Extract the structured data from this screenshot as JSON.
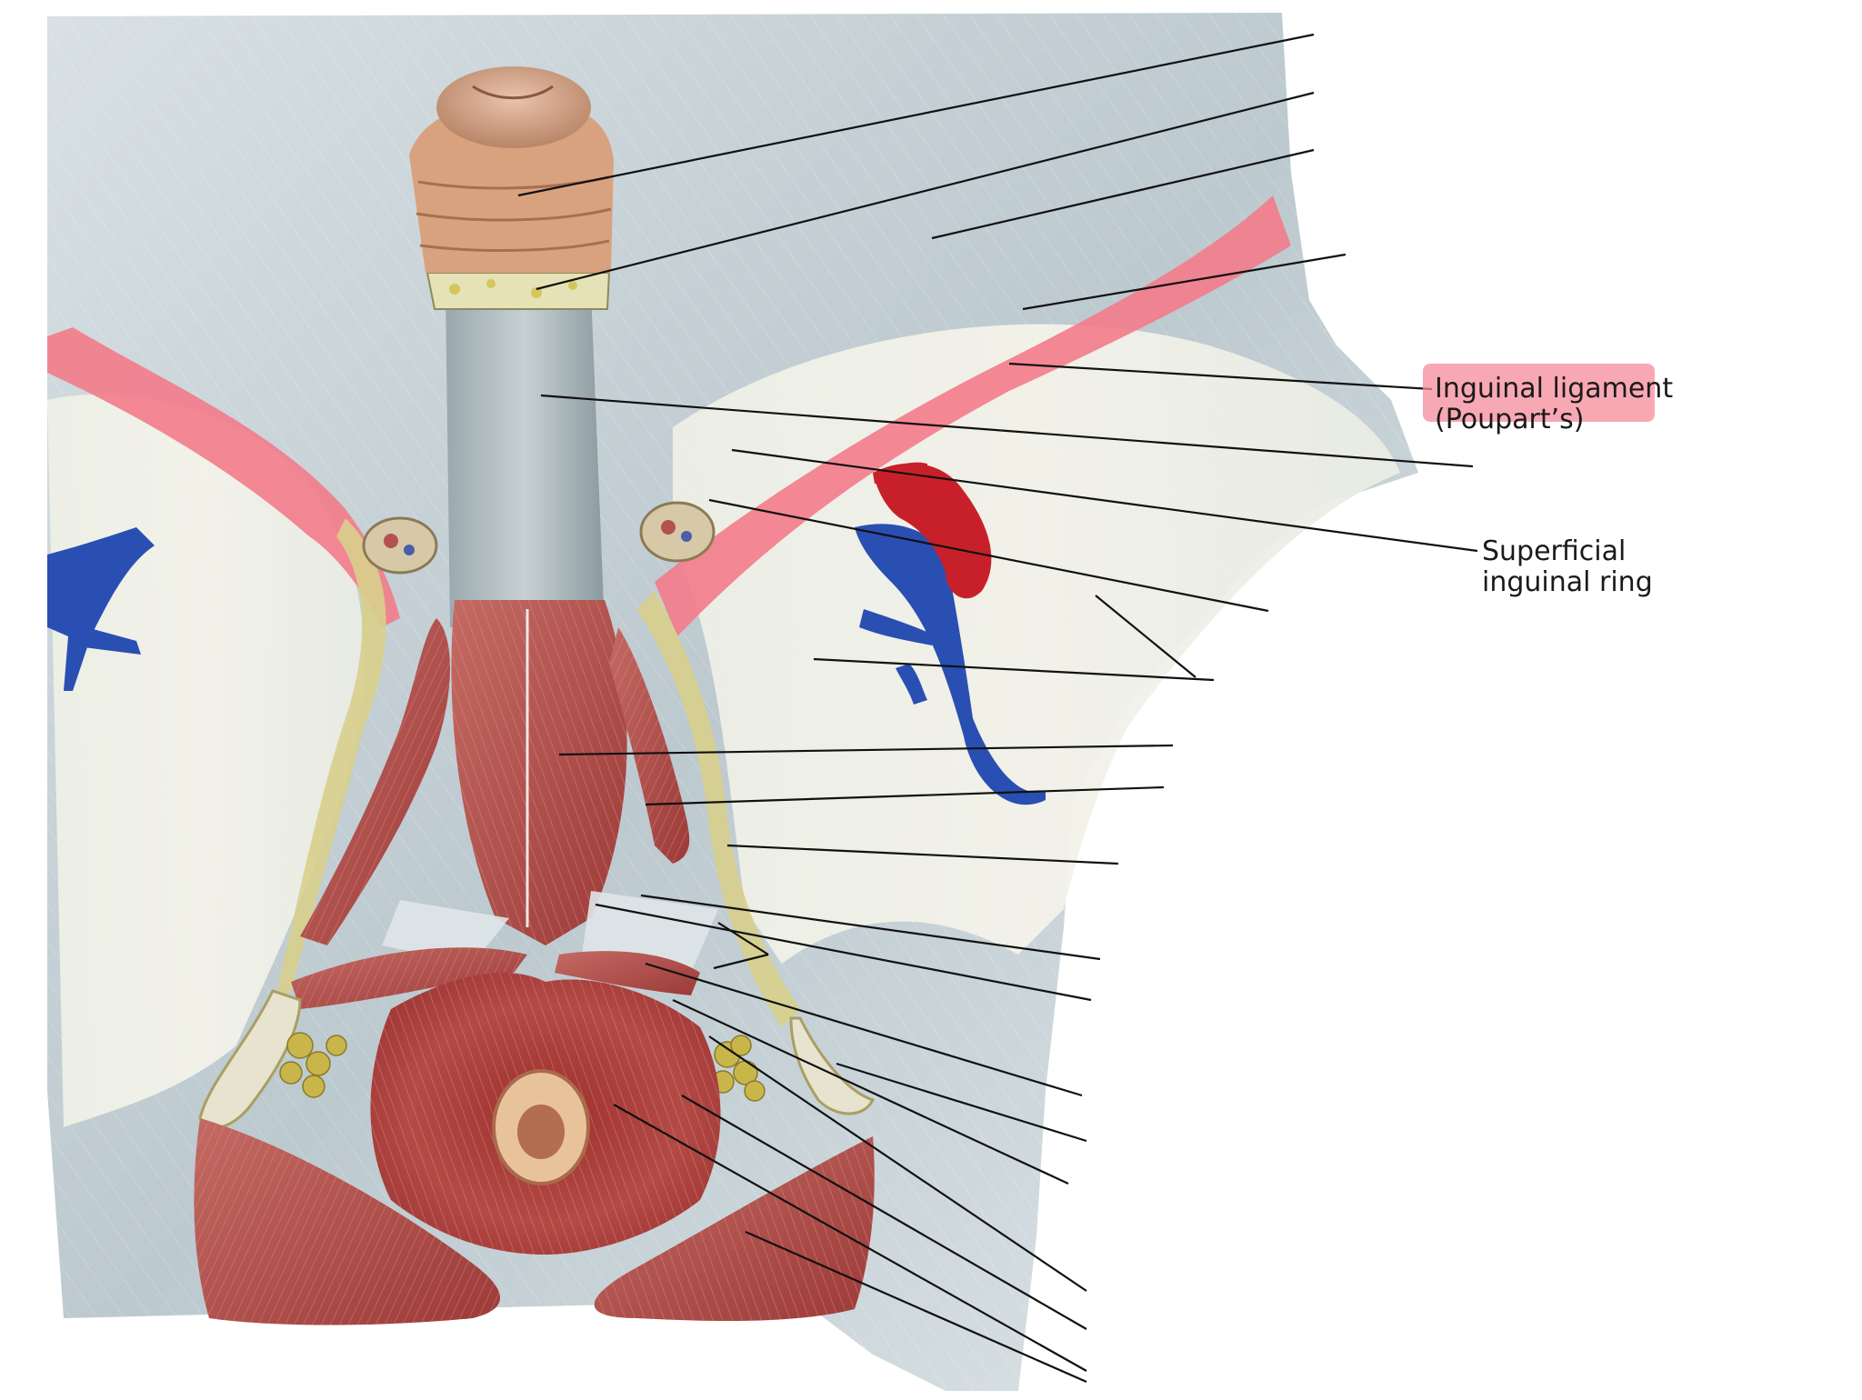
{
  "labels": {
    "inguinal_ligament": {
      "line1": "Inguinal ligament",
      "line2": "(Poupart’s)",
      "highlight_color": "#f58b9a"
    },
    "superficial_ring": {
      "line1": "Superficial",
      "line2": "inguinal ring"
    }
  },
  "colors": {
    "fascia": "#c9d3d8",
    "muscle": "#b24a48",
    "muscle_dark": "#8e2e2e",
    "skin_fold": "#e7e3cf",
    "fat": "#c9b64a",
    "vein": "#2a4fb3",
    "artery": "#c8202a",
    "glans": "#d9a98e",
    "ligament_highlight": "#f37b8a"
  }
}
